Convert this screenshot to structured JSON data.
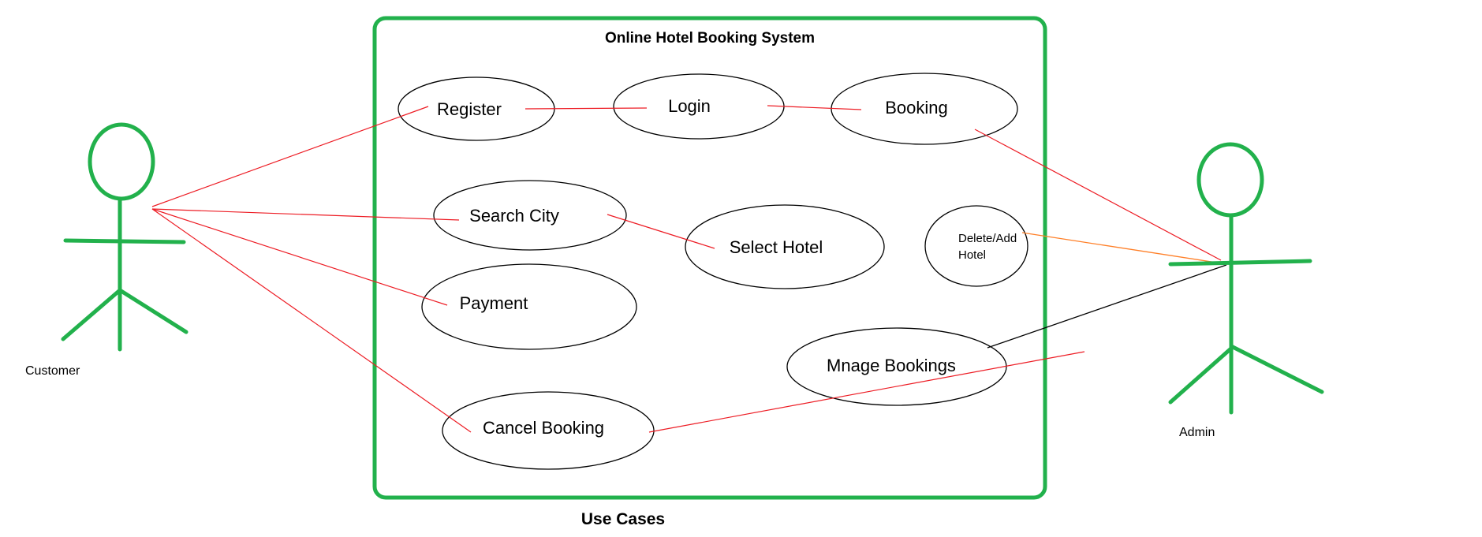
{
  "system": {
    "title": "Online Hotel Booking System",
    "footer": "Use Cases"
  },
  "actors": {
    "customer": "Customer",
    "admin": "Admin"
  },
  "use_cases": {
    "register": "Register",
    "login": "Login",
    "booking": "Booking",
    "search_city": "Search City",
    "select_hotel": "Select Hotel",
    "delete_add_hotel_line1": "Delete/Add",
    "delete_add_hotel_line2": "Hotel",
    "payment": "Payment",
    "manage_bookings": "Mnage Bookings",
    "cancel_booking": "Cancel Booking"
  },
  "colors": {
    "boundary": "#22b14c",
    "actor": "#22b14c",
    "association": "#ed1c24",
    "orange_link": "#ff7f27",
    "black_link": "#000000"
  }
}
